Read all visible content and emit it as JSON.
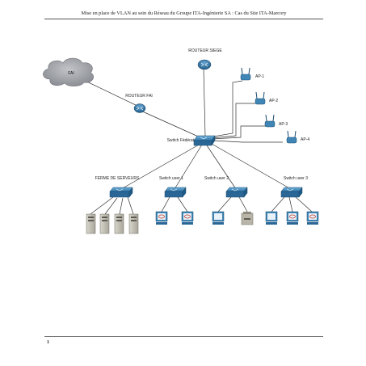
{
  "header": {
    "title": "Mise en place de VLAN au sein du Réseau du Groupe ITA-Ingénierie SA : Cas du Site ITA-Marcory"
  },
  "diagram": {
    "cloud_label": "FAI",
    "routeur_siege": "ROUTEUR SIEGE",
    "routeur_fai": "ROUTEUR FAI",
    "switch_federateur": "Switch Fédérateur",
    "ferme_serveurs": "FERME DE SERVEURS",
    "switch_user1": "Switch user 1",
    "switch_user2": "Switch user 2",
    "switch_user3": "Switch user 3",
    "ap1": "AP-1",
    "ap2": "AP-2",
    "ap3": "AP-3",
    "ap4": "AP-4"
  },
  "colors": {
    "device_blue": "#3f86b6",
    "device_dark": "#1f5a85",
    "cloud_gray": "#9a9da3",
    "link": "#333333"
  },
  "footer": {
    "page_number": "1"
  }
}
